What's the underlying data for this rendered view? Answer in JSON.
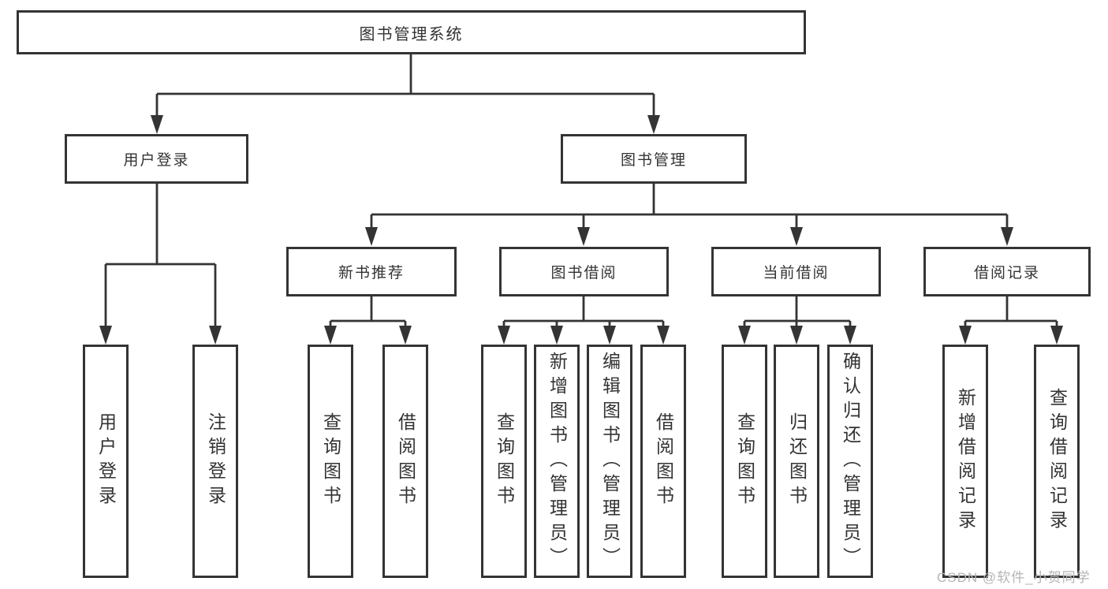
{
  "diagram": {
    "root": "图书管理系统",
    "branches": [
      {
        "label": "用户登录",
        "leaves": [
          "用户登录",
          "注销登录"
        ]
      },
      {
        "label": "图书管理",
        "sections": [
          {
            "label": "新书推荐",
            "leaves": [
              "查询图书",
              "借阅图书"
            ]
          },
          {
            "label": "图书借阅",
            "leaves": [
              "查询图书",
              "新增图书（管理员）",
              "编辑图书（管理员）",
              "借阅图书"
            ]
          },
          {
            "label": "当前借阅",
            "leaves": [
              "查询图书",
              "归还图书",
              "确认归还（管理员）"
            ]
          },
          {
            "label": "借阅记录",
            "leaves": [
              "新增借阅记录",
              "查询借阅记录"
            ]
          }
        ]
      }
    ]
  },
  "watermark": "CSDN @软件_小贺同学",
  "colors": {
    "line": "#343434",
    "box_border": "#343434",
    "text": "#333333",
    "watermark": "#b5b5b5",
    "background": "#ffffff"
  }
}
